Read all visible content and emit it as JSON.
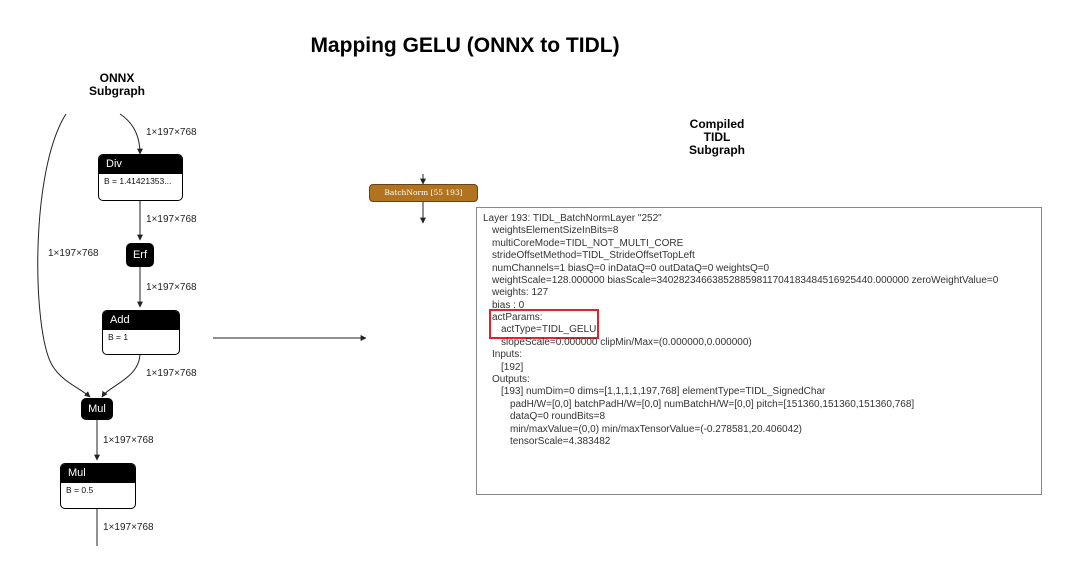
{
  "title": "Mapping GELU (ONNX to TIDL)",
  "onnx_caption": [
    "ONNX",
    "Subgraph"
  ],
  "tidl_caption": [
    "Compiled",
    "TIDL",
    "Subgraph"
  ],
  "onnx": {
    "shapes": {
      "in": "1×197×768",
      "div_out": "1×197×768",
      "skip": "1×197×768",
      "erf_out": "1×197×768",
      "add_out": "1×197×768",
      "mul1_out": "1×197×768",
      "mul2_out": "1×197×768"
    },
    "div": {
      "op": "Div",
      "attr": "B = 1.41421353..."
    },
    "erf": {
      "op": "Erf"
    },
    "add": {
      "op": "Add",
      "attr": "B = 1"
    },
    "mul1": {
      "op": "Mul"
    },
    "mul2": {
      "op": "Mul",
      "attr": "B = 0.5"
    }
  },
  "tidl_node": {
    "label": "BatchNorm [55 193]"
  },
  "colors": {
    "batchnorm_fill": "#b0731f",
    "highlight_box": "#e8202a"
  },
  "layer_info": {
    "lines": [
      "Layer 193: TIDL_BatchNormLayer \"252\"",
      "weightsElementSizeInBits=8",
      "multiCoreMode=TIDL_NOT_MULTI_CORE",
      "strideOffsetMethod=TIDL_StrideOffsetTopLeft",
      "numChannels=1 biasQ=0 inDataQ=0 outDataQ=0 weightsQ=0",
      "weightScale=128.000000 biasScale=340282346638528859811704183484516925440.000000 zeroWeightValue=0",
      "weights: 127",
      "bias   : 0",
      "actParams:",
      "actType=TIDL_GELU",
      "slopeScale=0.000000 clipMin/Max=(0.000000,0.000000)",
      "Inputs:",
      "[192]",
      "Outputs:",
      "[193] numDim=0 dims=[1,1,1,1,197,768]  elementType=TIDL_SignedChar",
      "padH/W=[0,0] batchPadH/W=[0,0] numBatchH/W=[0,0] pitch=[151360,151360,151360,768]",
      "dataQ=0 roundBits=8",
      "min/maxValue=(0,0) min/maxTensorValue=(-0.278581,20.406042)",
      "tensorScale=4.383482"
    ]
  }
}
